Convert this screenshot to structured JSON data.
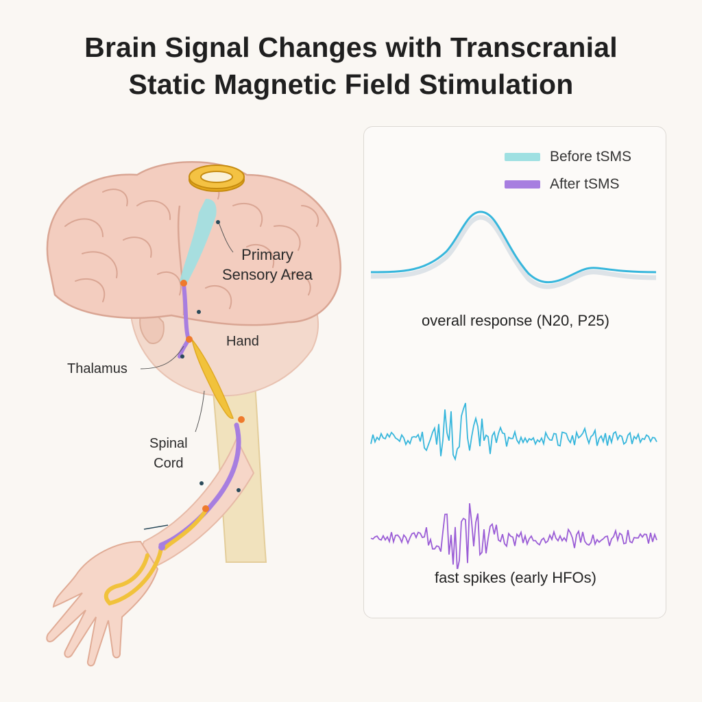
{
  "title": {
    "line1": "Brain Signal Changes with Transcranial",
    "line2": "Static Magnetic Field Stimulation"
  },
  "labels": {
    "primary_line1": "Primary",
    "primary_line2": "Sensory Area",
    "hand": "Hand",
    "thalamus": "Thalamus",
    "spinal_line1": "Spinal",
    "spinal_line2": "Cord"
  },
  "legend": {
    "before": "Before tSMS",
    "after": "After tSMS"
  },
  "captions": {
    "overall": "overall response (N20, P25)",
    "spikes": "fast spikes (early HFOs)"
  },
  "colors": {
    "before": "#9fe0e2",
    "after": "#a77ee0",
    "before_line": "#36b6dc",
    "after_line": "#9a5cd6",
    "pathway_yellow": "#f1c23b",
    "magnet": "#e6a91c"
  },
  "icons": [
    "magnet-ring-icon",
    "brain-icon",
    "hand-icon"
  ]
}
